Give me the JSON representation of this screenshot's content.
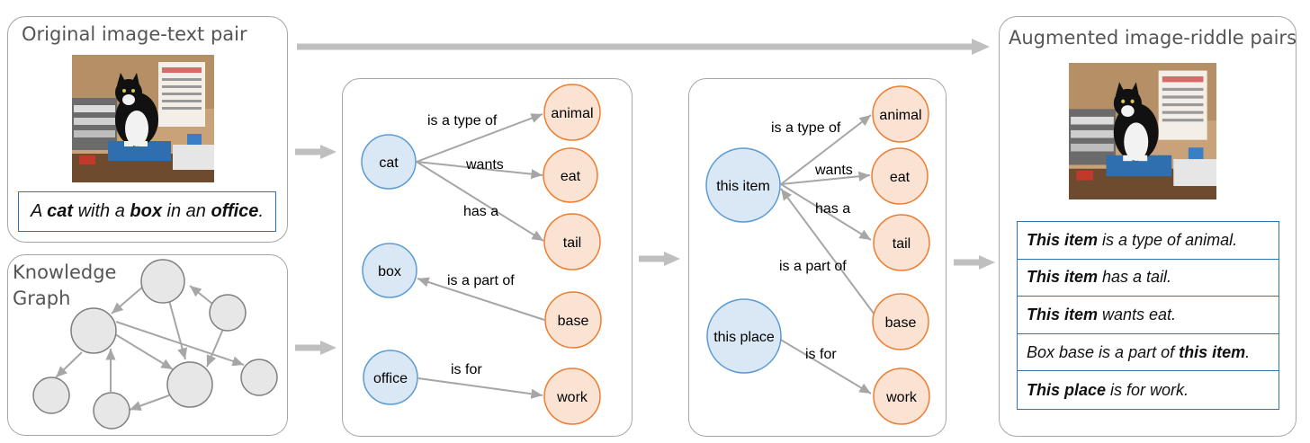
{
  "panels": {
    "original_title": "Original image-text pair",
    "kg_title_line1": "Knowledge",
    "kg_title_line2": "Graph",
    "augmented_title": "Augmented image-riddle pairs"
  },
  "caption": {
    "w1": "A ",
    "w2": "cat",
    "w3": " with a ",
    "w4": "box",
    "w5": " in an ",
    "w6": "office",
    "w7": "."
  },
  "graph1": {
    "nodes": {
      "cat": "cat",
      "box": "box",
      "office": "office",
      "animal": "animal",
      "eat": "eat",
      "tail": "tail",
      "base": "base",
      "work": "work"
    },
    "edges": {
      "type_of": "is a type of",
      "wants": "wants",
      "has_a": "has a",
      "part_of": "is a part of",
      "is_for": "is for"
    }
  },
  "graph2": {
    "nodes": {
      "this_item": "this item",
      "this_place": "this place",
      "animal": "animal",
      "eat": "eat",
      "tail": "tail",
      "base": "base",
      "work": "work"
    },
    "edges": {
      "type_of": "is a type of",
      "wants": "wants",
      "has_a": "has a",
      "part_of": "is a part of",
      "is_for": "is for"
    }
  },
  "riddles": [
    {
      "bold": "This item",
      "rest": " is a type of animal."
    },
    {
      "bold": "This item",
      "rest": " has a tail."
    },
    {
      "bold": "This item",
      "rest": " wants eat."
    },
    {
      "pre": "Box base is a part of ",
      "bold": "this item",
      "post": "."
    },
    {
      "bold": "This place",
      "rest": " is for work."
    }
  ],
  "colors": {
    "entity_fill": "#dae8f5",
    "entity_stroke": "#5b9bd5",
    "attr_fill": "#fbe3d3",
    "attr_stroke": "#ed7d31",
    "kg_fill": "#e7e7e7",
    "arrow": "#a6a6a6",
    "border_blue": "#2e75b6"
  }
}
